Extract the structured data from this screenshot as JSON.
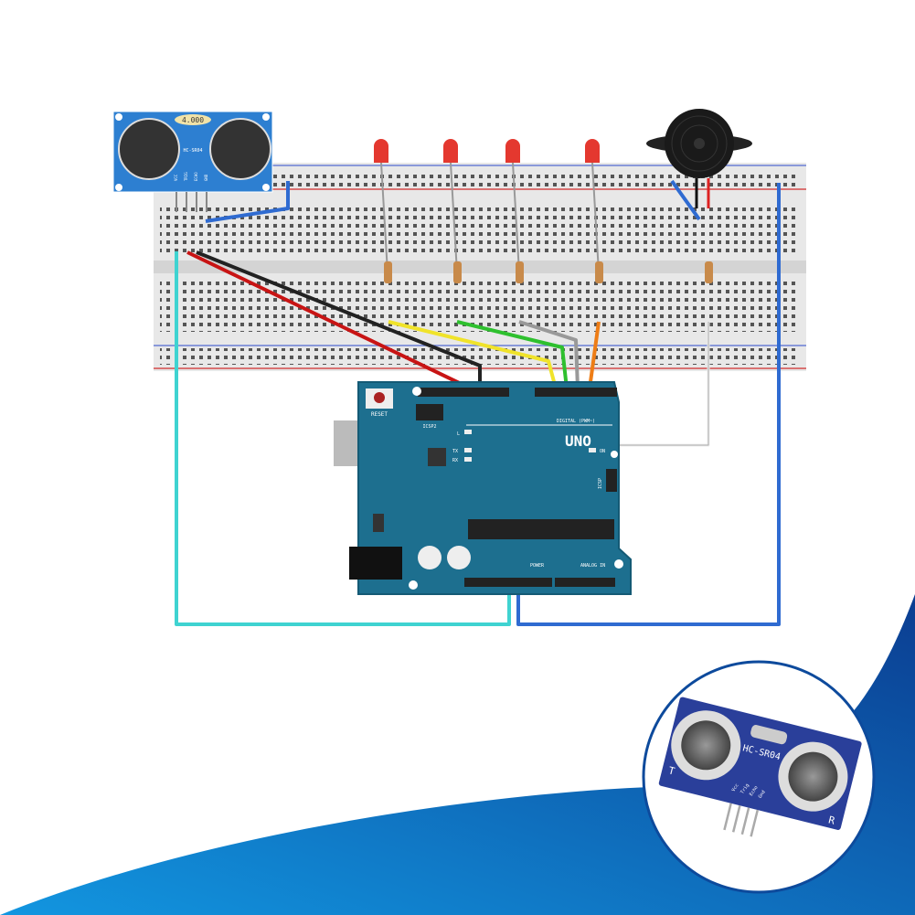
{
  "sensor": {
    "display": "4.000",
    "model": "HC-SR04",
    "pins": [
      "VCC",
      "TRIG",
      "ECHO",
      "GND"
    ]
  },
  "arduino": {
    "reset": "RESET",
    "icsp2": "ICSP2",
    "led_l": "L",
    "led_tx": "TX",
    "led_rx": "RX",
    "led_on": "ON",
    "icsp": "ICSP",
    "logo": "UNO",
    "digital": "DIGITAL (PWM~)",
    "power": "POWER",
    "analog": "ANALOG IN"
  },
  "photo": {
    "model": "HC-SR04",
    "left": "T",
    "right": "R",
    "pins": [
      "Vcc",
      "Trig",
      "Echo",
      "Gnd"
    ]
  },
  "colors": {
    "brand_blue": "#0d4a9c",
    "board": "#1d6f8f",
    "cyan_wire": "#3fd3d1",
    "blue_wire": "#2f6bd1"
  }
}
